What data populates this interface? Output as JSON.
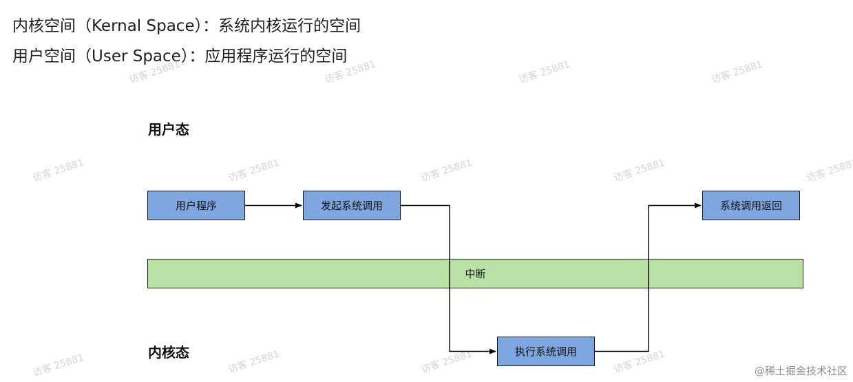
{
  "intro": {
    "line1": "内核空间（Kernal Space）：系统内核运行的空间",
    "line2": "用户空间（User Space）：应用程序运行的空间"
  },
  "diagram": {
    "user_state_label": "用户态",
    "kernel_state_label": "内核态",
    "nodes": {
      "user_program": "用户程序",
      "initiate_syscall": "发起系统调用",
      "syscall_return": "系统调用返回",
      "interrupt": "中断",
      "execute_syscall": "执行系统调用"
    },
    "colors": {
      "user_node": "#7ea6e0",
      "interrupt_bar": "#b9e0a5",
      "arrow": "#000000"
    }
  },
  "watermark": "访客 25881",
  "credit": "@稀土掘金技术社区"
}
